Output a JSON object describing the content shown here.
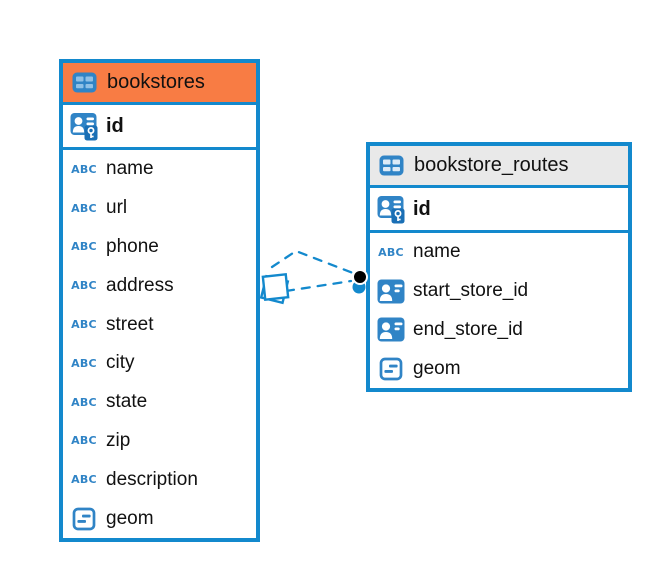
{
  "canvas": {
    "background": "#ffffff"
  },
  "colors": {
    "table_border": "#1389cd",
    "selected_header_bg": "#f87c44",
    "plain_header_bg": "#e9e9e9",
    "icon_blue": "#3084c6",
    "key_badge_blue": "#1a6fb5",
    "relationship_line": "#1389cd",
    "relationship_dot": "#000000"
  },
  "icons": {
    "text_type": "ABC"
  },
  "tables": {
    "bookstores": {
      "title": "bookstores",
      "primary_key": "id",
      "columns": [
        {
          "name": "name",
          "type": "text"
        },
        {
          "name": "url",
          "type": "text"
        },
        {
          "name": "phone",
          "type": "text"
        },
        {
          "name": "address",
          "type": "text"
        },
        {
          "name": "street",
          "type": "text"
        },
        {
          "name": "city",
          "type": "text"
        },
        {
          "name": "state",
          "type": "text"
        },
        {
          "name": "zip",
          "type": "text"
        },
        {
          "name": "description",
          "type": "text"
        },
        {
          "name": "geom",
          "type": "geometry"
        }
      ]
    },
    "bookstore_routes": {
      "title": "bookstore_routes",
      "primary_key": "id",
      "columns": [
        {
          "name": "name",
          "type": "text"
        },
        {
          "name": "start_store_id",
          "type": "reference"
        },
        {
          "name": "end_store_id",
          "type": "reference"
        },
        {
          "name": "geom",
          "type": "geometry"
        }
      ]
    }
  },
  "relationships": {
    "from_table": "bookstores",
    "to_table": "bookstore_routes",
    "line_style": "dashed",
    "link_count": 2
  }
}
